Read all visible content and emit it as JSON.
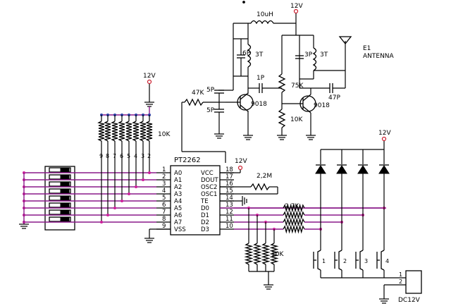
{
  "supply": {
    "top": "12V",
    "left": "12V",
    "chip_vcc": "12V",
    "right": "12V"
  },
  "tx": {
    "inductor": "10uH",
    "cap_tank1": "6P",
    "coil_tank1": "3T",
    "cap_tank2": "3P",
    "coil_tank2": "3T",
    "antenna_ref": "E1",
    "antenna_name": "ANTENNA",
    "r_base1": "47K",
    "cap_5p_a": "5P",
    "cap_5p_b": "5P",
    "cap_coupling": "1P",
    "q1": "9018",
    "q2": "9018",
    "r_bias": "75K",
    "r_bias2": "10K",
    "cap_out": "47P"
  },
  "address": {
    "resistor_net": "10K",
    "pin_numbers": [
      "9",
      "8",
      "7",
      "6",
      "5",
      "4",
      "3",
      "2"
    ]
  },
  "chip": {
    "name": "PT2262",
    "left_pins": [
      {
        "num": "1",
        "name": "A0"
      },
      {
        "num": "2",
        "name": "A1"
      },
      {
        "num": "3",
        "name": "A2"
      },
      {
        "num": "4",
        "name": "A3"
      },
      {
        "num": "5",
        "name": "A4"
      },
      {
        "num": "6",
        "name": "A5"
      },
      {
        "num": "7",
        "name": "A6"
      },
      {
        "num": "8",
        "name": "A7"
      },
      {
        "num": "9",
        "name": "VSS"
      }
    ],
    "right_pins": [
      {
        "num": "18",
        "name": "VCC"
      },
      {
        "num": "17",
        "name": "DOUT"
      },
      {
        "num": "16",
        "name": "OSC2"
      },
      {
        "num": "15",
        "name": "OSC1"
      },
      {
        "num": "14",
        "name": "TE"
      },
      {
        "num": "13",
        "name": "D0"
      },
      {
        "num": "12",
        "name": "D1"
      },
      {
        "num": "11",
        "name": "D2"
      },
      {
        "num": "10",
        "name": "D3"
      }
    ]
  },
  "osc_resistor": "2,2M",
  "data_resistors": "2,7K",
  "pulldown_resistors": "10K",
  "buttons": [
    "1",
    "2",
    "3",
    "4"
  ],
  "connector": {
    "pins": [
      "1",
      "2"
    ],
    "name": "DC12V"
  }
}
